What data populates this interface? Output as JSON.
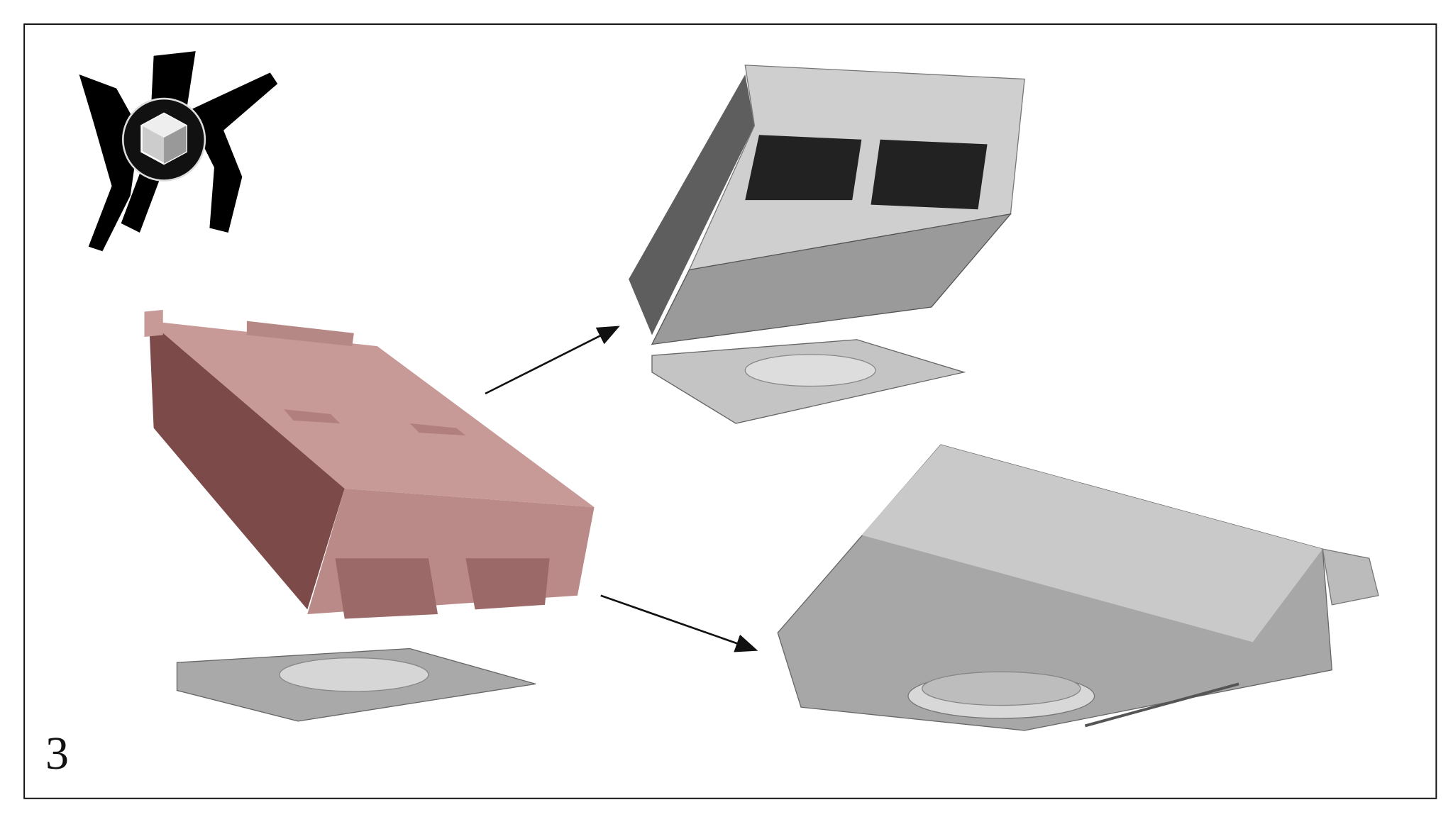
{
  "step_number": "3",
  "colors": {
    "frame": "#111111",
    "part_highlight": "#c79a98",
    "part_grey": "#b8b8b8",
    "arrow": "#111111"
  },
  "icons": [
    "brand-logo",
    "arrow-right-up",
    "arrow-right-down"
  ]
}
